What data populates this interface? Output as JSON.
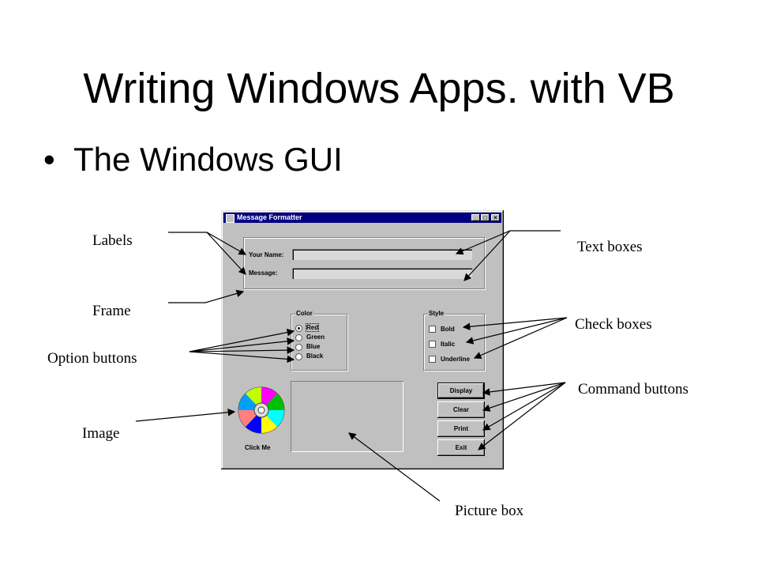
{
  "slide": {
    "title": "Writing Windows Apps. with VB",
    "bullet": "The Windows GUI"
  },
  "callouts": {
    "labels": "Labels",
    "frame": "Frame",
    "option_buttons": "Option buttons",
    "image": "Image",
    "text_boxes": "Text boxes",
    "check_boxes": "Check boxes",
    "command_buttons": "Command buttons",
    "picture_box": "Picture box"
  },
  "window": {
    "title": "Message Formatter",
    "controls": {
      "minimize": "_",
      "maximize": "□",
      "close": "×"
    },
    "your_name_label": "Your Name:",
    "message_label": "Message:",
    "your_name_value": "",
    "message_value": "",
    "color_frame": {
      "caption": "Color",
      "options": [
        "Red",
        "Green",
        "Blue",
        "Black"
      ],
      "selected": "Red"
    },
    "style_frame": {
      "caption": "Style",
      "checks": [
        "Bold",
        "Italic",
        "Underline"
      ]
    },
    "image_caption": "Click Me",
    "buttons": [
      "Display",
      "Clear",
      "Print",
      "Exit"
    ]
  },
  "colors": {
    "titlebar": "#000080",
    "face": "#c0c0c0",
    "slide_background": "#ffffff"
  },
  "icons": {
    "image_control": "cd-disc-icon",
    "window_app": "form-icon"
  }
}
